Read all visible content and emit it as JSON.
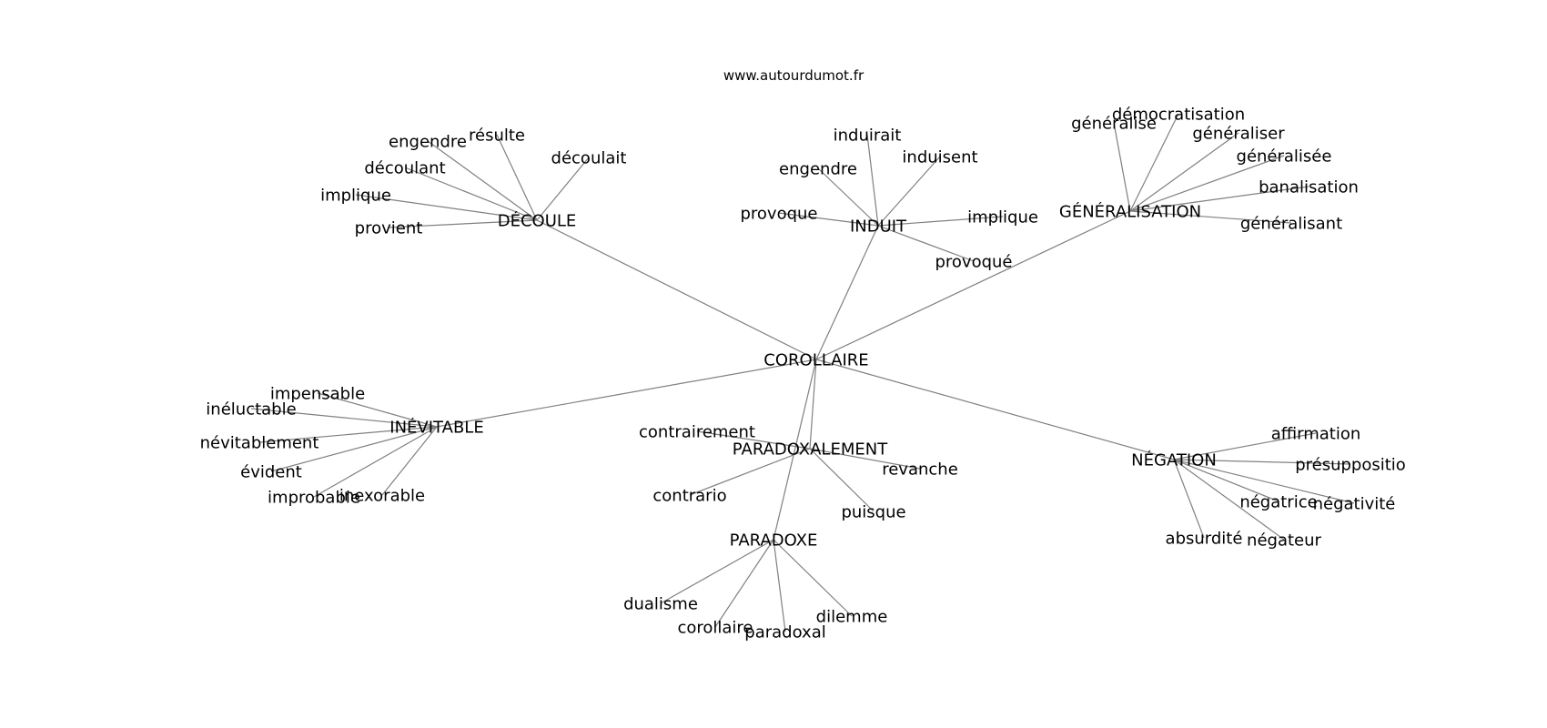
{
  "site": "www.autourdumot.fr",
  "graph": {
    "center": "COROLLAIRE",
    "clusters": [
      {
        "hub": "DÉCOULE",
        "leaves": [
          "engendre",
          "résulte",
          "découlait",
          "découlant",
          "implique",
          "provient"
        ]
      },
      {
        "hub": "INDUIT",
        "leaves": [
          "induirait",
          "induisent",
          "engendre",
          "provoque",
          "implique",
          "provoqué"
        ]
      },
      {
        "hub": "GÉNÉRALISATION",
        "leaves": [
          "démocratisation",
          "généralise",
          "généraliser",
          "généralisée",
          "banalisation",
          "généralisant"
        ]
      },
      {
        "hub": "INÉVITABLE",
        "leaves": [
          "impensable",
          "inéluctable",
          "névitablement",
          "évident",
          "improbable",
          "inexorable"
        ]
      },
      {
        "hub": "PARADOXALEMENT",
        "leaves": [
          "contrairement",
          "revanche",
          "contrario",
          "puisque"
        ]
      },
      {
        "hub": "NÉGATION",
        "leaves": [
          "affirmation",
          "présuppositio",
          "négatrice",
          "négativité",
          "absurdité",
          "négateur"
        ]
      },
      {
        "hub": "PARADOXE",
        "leaves": [
          "dualisme",
          "corollaire",
          "paradoxal",
          "dilemme"
        ]
      }
    ]
  }
}
